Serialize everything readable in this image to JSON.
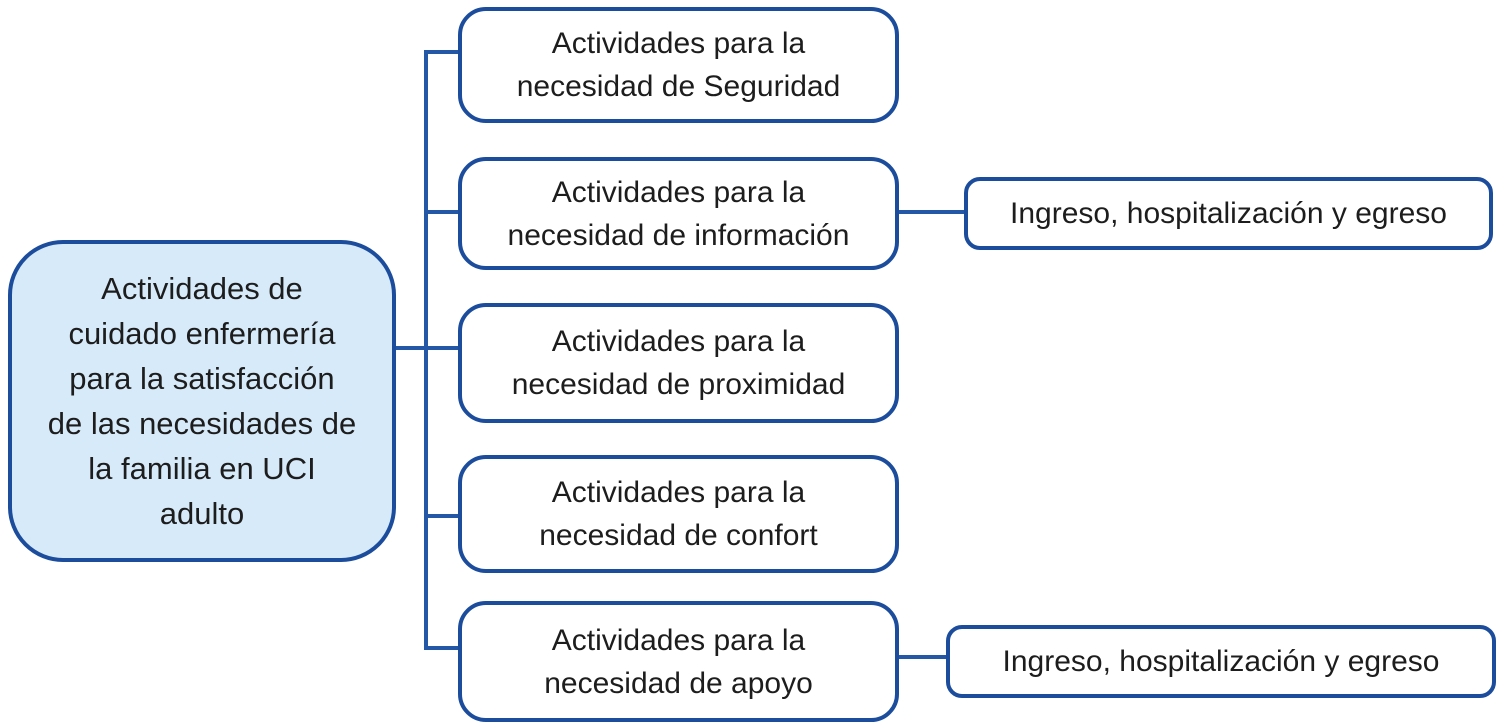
{
  "diagram": {
    "root": {
      "label": "Actividades de\ncuidado enfermería\npara la satisfacción\nde las necesidades de\nla familia en UCI\nadulto"
    },
    "branches": [
      {
        "label": "Actividades para la\nnecesidad de Seguridad"
      },
      {
        "label": "Actividades para la\nnecesidad de información",
        "child": "Ingreso, hospitalización y egreso"
      },
      {
        "label": "Actividades para la\nnecesidad de proximidad"
      },
      {
        "label": "Actividades para la\nnecesidad de confort"
      },
      {
        "label": "Actividades para la\nnecesidad de apoyo",
        "child": "Ingreso, hospitalización y egreso"
      }
    ],
    "colors": {
      "box_border": "#1c4c9c",
      "root_fill": "#d7eaf9",
      "connector": "#2458a7",
      "text": "#1d1d1d",
      "background": "#ffffff"
    }
  }
}
